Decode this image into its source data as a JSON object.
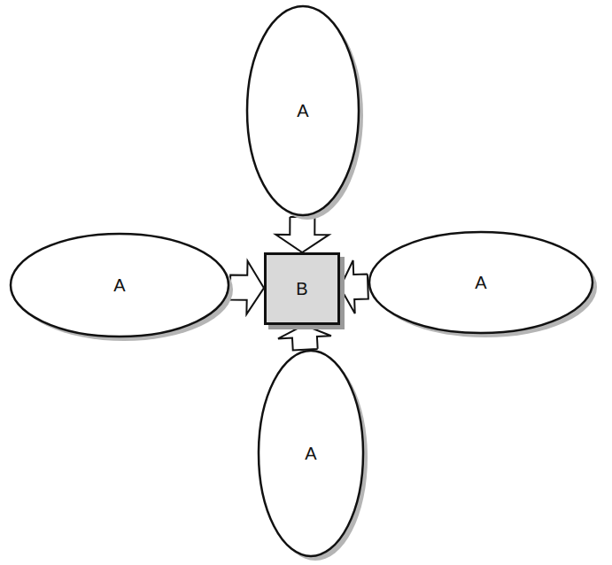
{
  "diagram": {
    "nodes": [
      {
        "text": [
          "A"
        ]
      },
      {
        "text": [
          "A"
        ]
      },
      {
        "text": [
          "B"
        ]
      },
      {
        "text": [
          "A"
        ]
      },
      {
        "text": [
          "A"
        ]
      }
    ],
    "edges": [
      {
        "from": 0,
        "to": 2,
        "arrow": "to"
      },
      {
        "from": 1,
        "to": 2,
        "arrow": "to"
      },
      {
        "from": 3,
        "to": 2,
        "arrow": "to"
      },
      {
        "from": 4,
        "to": 2,
        "arrow": "to"
      }
    ]
  }
}
